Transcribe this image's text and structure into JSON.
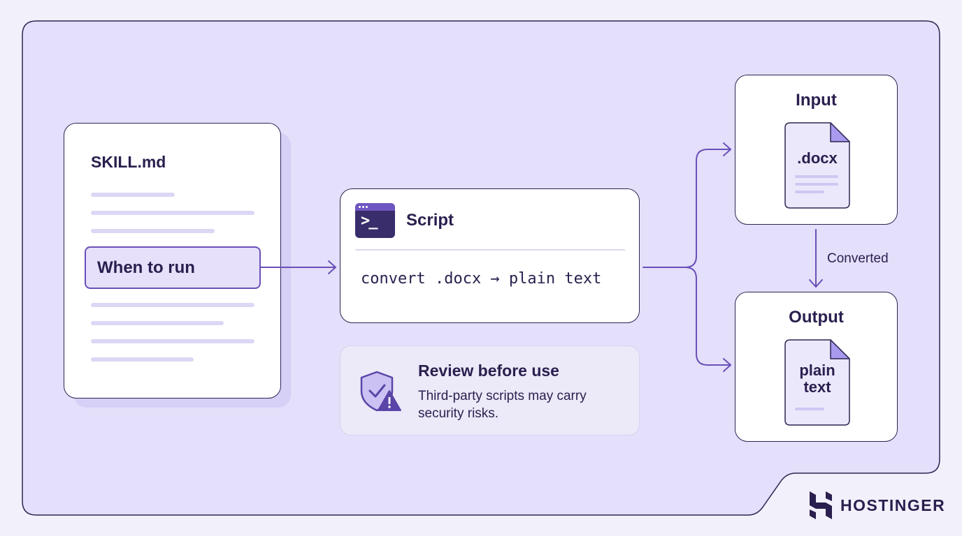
{
  "skill_card": {
    "title": "SKILL.md",
    "highlight_label": "When to run"
  },
  "script_card": {
    "title": "Script",
    "command": "convert .docx → plain text",
    "icon": "terminal-icon"
  },
  "review_card": {
    "title": "Review before use",
    "body": "Third-party scripts may carry security risks.",
    "icon": "shield-warning-icon"
  },
  "input_card": {
    "title": "Input",
    "doc_label": ".docx"
  },
  "output_card": {
    "title": "Output",
    "doc_label_line1": "plain",
    "doc_label_line2": "text"
  },
  "connector_label": "Converted",
  "brand": {
    "name": "HOSTINGER"
  },
  "colors": {
    "background": "#f2f0fb",
    "frame": "#e4dffa",
    "accent": "#6a50b8",
    "ink": "#2a1f4e"
  }
}
